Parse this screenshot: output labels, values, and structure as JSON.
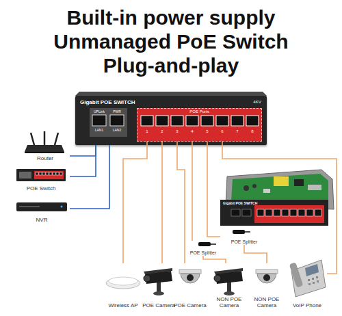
{
  "diagram": {
    "title": "Built-in power supply Unmanaged PoE Switch Plug-and-play",
    "nodes": [
      {
        "text": [
          "Gigabit POE SWITCH"
        ]
      },
      {
        "text": [
          "POE Ports"
        ],
        "in": 0
      },
      {
        "text": [
          "Router"
        ]
      },
      {
        "text": [
          "POE Switch"
        ]
      },
      {
        "text": [
          "NVR"
        ]
      },
      {
        "text": [
          "POE Splitter"
        ]
      },
      {
        "text": [
          "POE Splitter"
        ]
      },
      {
        "text": [
          "Wireless AP"
        ]
      },
      {
        "text": [
          "POE Camera"
        ]
      },
      {
        "text": [
          "POE Camera"
        ]
      },
      {
        "text": [
          "NON POE Camera"
        ]
      },
      {
        "text": [
          "NON POE Camera"
        ]
      },
      {
        "text": [
          "VoIP Phone"
        ]
      }
    ],
    "edges": [
      {
        "from": 2,
        "to": 0,
        "arrow": "none"
      },
      {
        "from": 3,
        "to": 0,
        "arrow": "none"
      },
      {
        "from": 4,
        "to": 0,
        "arrow": "none"
      },
      {
        "from": 1,
        "to": 7,
        "arrow": "none"
      },
      {
        "from": 1,
        "to": 8,
        "arrow": "none"
      },
      {
        "from": 1,
        "to": 9,
        "arrow": "none"
      },
      {
        "from": 1,
        "to": 6,
        "arrow": "none"
      },
      {
        "from": 6,
        "to": 10,
        "arrow": "none"
      },
      {
        "from": 1,
        "to": 5,
        "arrow": "none"
      },
      {
        "from": 5,
        "to": 11,
        "arrow": "none"
      },
      {
        "from": 1,
        "to": 12,
        "arrow": "none"
      }
    ],
    "labels": [
      "UPLink",
      "PWR",
      "LAN1",
      "LAN2",
      "4KV",
      "1",
      "2",
      "3",
      "4",
      "5",
      "6",
      "7",
      "8",
      "Gigabit POE SWITCH"
    ]
  }
}
